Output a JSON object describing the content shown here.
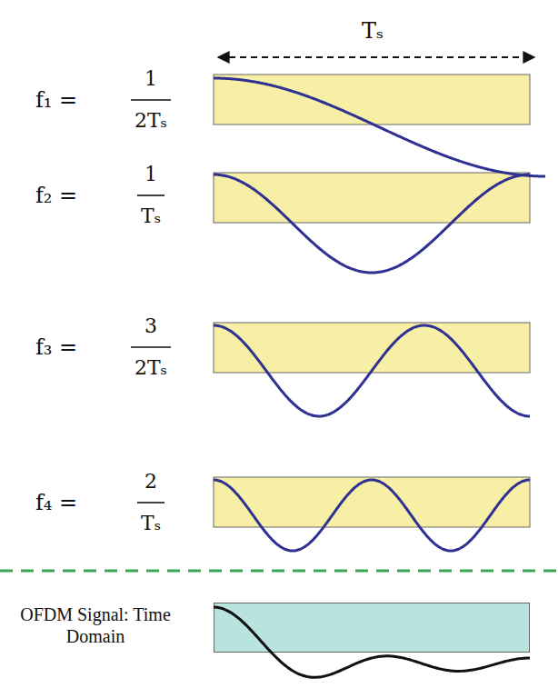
{
  "diagram": {
    "nodes": [
      {
        "text": [
          "OFDM Signal: Time Domain"
        ]
      }
    ],
    "labels": [
      "Tₛ",
      "f₁ =",
      "1",
      "2Tₛ",
      "f₂ =",
      "1",
      "Tₛ",
      "f₃ =",
      "3",
      "2Tₛ",
      "f₄ =",
      "2",
      "Tₛ"
    ]
  }
}
